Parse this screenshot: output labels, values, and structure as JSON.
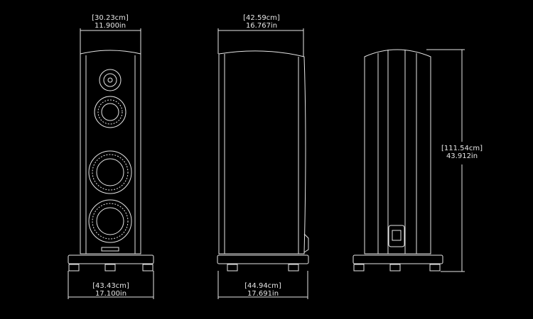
{
  "dimensions": {
    "front_top": {
      "metric": "[30.23cm]",
      "imperial": "11.900in"
    },
    "side_top": {
      "metric": "[42.59cm]",
      "imperial": "16.767in"
    },
    "height": {
      "metric": "[111.54cm]",
      "imperial": "43.912in"
    },
    "front_bottom": {
      "metric": "[43.43cm]",
      "imperial": "17.100in"
    },
    "side_bottom": {
      "metric": "[44.94cm]",
      "imperial": "17.691in"
    }
  },
  "colors": {
    "background": "#000000",
    "line": "#e6e6e6"
  }
}
